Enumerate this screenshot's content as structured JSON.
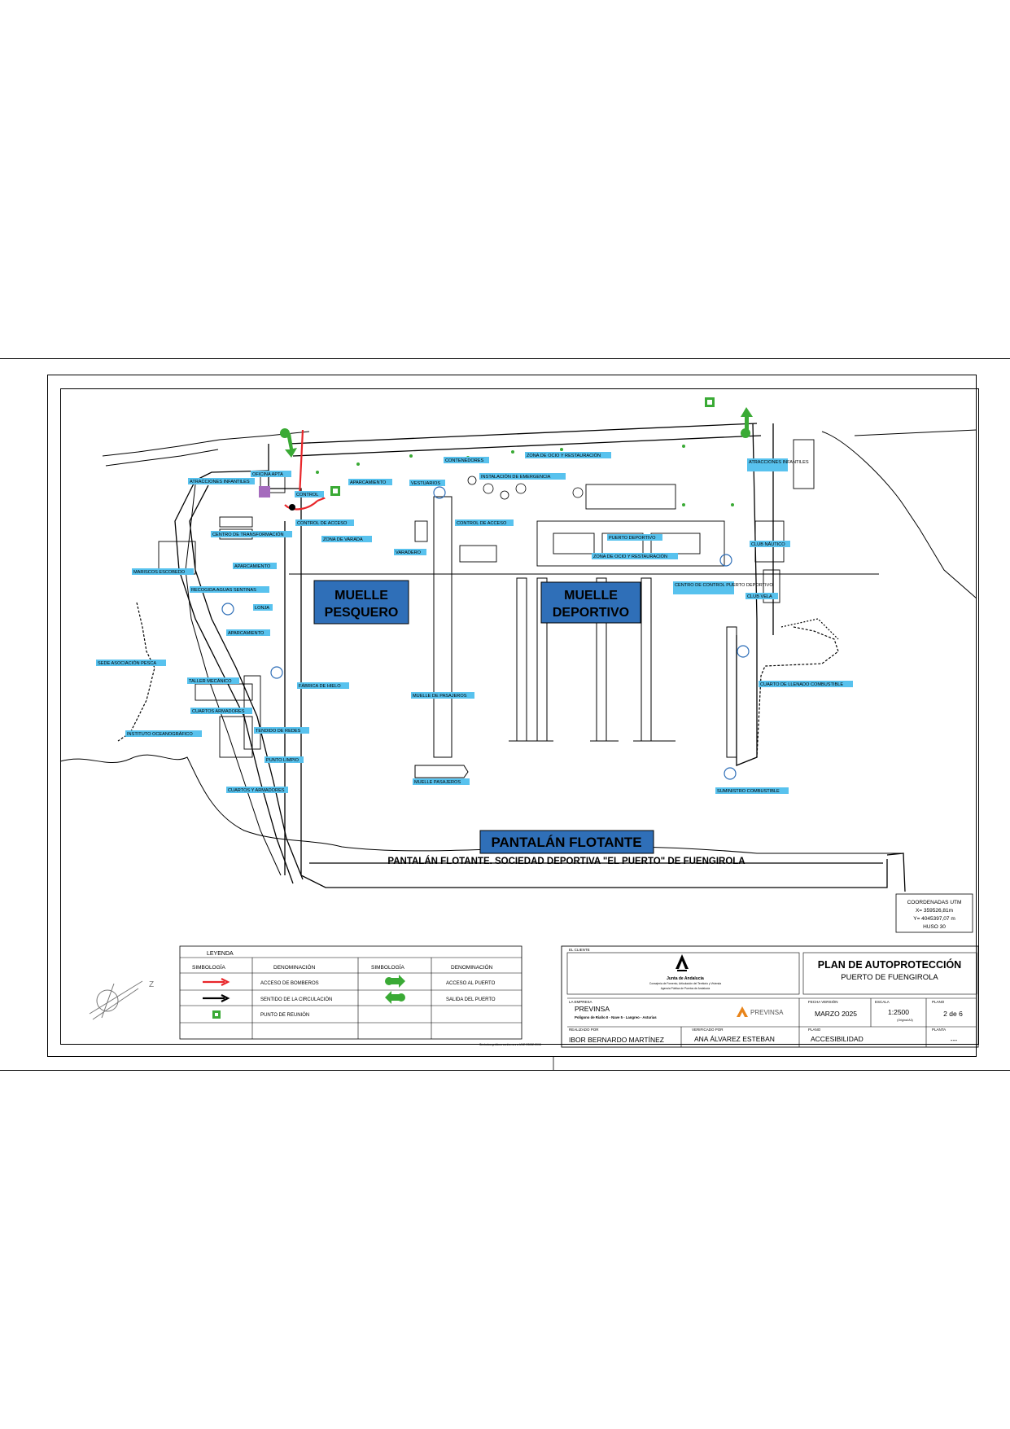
{
  "labels": {
    "atraques_infantiles_left": "ATRACCIONES INFANTILES",
    "oficina_apta": "OFICINA APTA",
    "control": "CONTROL",
    "centro_transformacion": "CENTRO DE TRANSFORMACIÓN",
    "control_acceso_left": "CONTROL DE ACCESO",
    "aparcamiento_top": "APARCAMIENTO",
    "zona_varada": "ZONA DE VARADA",
    "varadero": "VARADERO",
    "vestuarios": "VESTUARIOS",
    "contenedores": "CONTENEDORES",
    "instalacion_emergencia": "INSTALACIÓN DE EMERGENCIA",
    "zona_ocio_top": "ZONA DE OCIO Y RESTAURACIÓN",
    "control_acceso_center": "CONTROL DE ACCESO",
    "puerto_deportivo": "PUERTO DEPORTIVO",
    "zona_ocio_mid": "ZONA DE OCIO Y RESTAURACIÓN",
    "atracciones_infantiles_right": "ATRACCIONES INFANTILES",
    "club_nautico": "CLUB NÁUTICO",
    "centro_control_puerto": "CENTRO DE CONTROL PUERTO DEPORTIVO",
    "club_vela": "CLUB VELA",
    "aparcamiento_left": "APARCAMIENTO",
    "marisqueria": "MARISCOS ESCOBEDO",
    "recogida_aguas": "RECOGIDA AGUAS SENTINAS",
    "lonja": "LONJA",
    "aparcamiento_lower": "APARCAMIENTO",
    "sede_asociacion": "SEDE ASOCIACIÓN PESCA",
    "taller_mecanico": "TALLER MECÁNICO",
    "fabrica_hielo": "FÁBRICA DE HIELO",
    "muelle_pesquero_label": "MUELLE DE PASAJEROS",
    "cuartos_armadores": "CUARTOS ARMADORES",
    "instituto": "INSTITUTO OCEANOGRÁFICO",
    "tendido_redes": "TENDIDO DE REDES",
    "punto_limpio": "PUNTO LIMPIO",
    "cuartos_armadores_2": "CUARTOS Y ARMADORES",
    "muelle_pasajeros": "MUELLE PASAJEROS",
    "cuarto_llenado": "CUARTO DE LLENADO COMBUSTIBLE",
    "suministro_combustible": "SUMINISTRO COMBUSTIBLE"
  },
  "areas": {
    "muelle_pesquero_1": "MUELLE",
    "muelle_pesquero_2": "PESQUERO",
    "muelle_deportivo_1": "MUELLE",
    "muelle_deportivo_2": "DEPORTIVO",
    "pantalan_flotante": "PANTALÁN FLOTANTE",
    "pantalan_subtitle": "PANTALÁN FLOTANTE. SOCIEDAD DEPORTIVA \"EL PUERTO\" DE FUENGIROLA"
  },
  "coordinates": {
    "title": "COORDENADAS UTM",
    "x": "X= 359526,81m",
    "y": "Y= 4045397,07 m",
    "huso": "HUSO 30"
  },
  "legend": {
    "title": "LEYENDA",
    "col_symbol": "SIMBOLOGÍA",
    "col_name": "DENOMINACIÓN",
    "items_left": [
      "ACCESO DE BOMBEROS",
      "SENTIDO DE LA CIRCULACIÓN",
      "PUNTO DE REUNIÓN"
    ],
    "items_right": [
      "ACCESO AL PUERTO",
      "SALIDA DEL PUERTO"
    ]
  },
  "titleblock": {
    "cliente_label": "EL CLIENTE",
    "junta": "Junta de Andalucía",
    "consejeria": "Consejería de Fomento, Articulación del Territorio y Vivienda",
    "agencia": "Agencia Pública de Puertos de Andalucía",
    "plan_title": "PLAN DE AUTOPROTECCIÓN",
    "plan_sub": "PUERTO DE FUENGIROLA",
    "empresa_label": "LA EMPRESA",
    "empresa": "PREVINSA",
    "empresa_addr": "Polígono de Riaño II - Nave 5 - Langreo - Asturias",
    "previnsa_logo": "PREVINSA",
    "fecha_label": "FECHA VERSIÓN",
    "fecha": "MARZO 2025",
    "escala_label": "ESCALA",
    "escala": "1:2500",
    "escala_note": "(Original A3)",
    "plano_label": "PLANO",
    "plano": "2 de 6",
    "realizado_label": "REALIZADO POR",
    "realizado": "IBOR BERNARDO MARTÍNEZ",
    "verificado_label": "VERIFICADO POR",
    "verificado": "ANA ÁLVAREZ ESTEBAN",
    "plano_name_label": "PLANO",
    "plano_name": "ACCESIBILIDAD",
    "planta_label": "PLANTA",
    "planta": "---",
    "footnote": "Símbolos gráficos conformes a UNE 23032:2015"
  },
  "colors": {
    "label_bg": "#58c2ee",
    "area_bg": "#2f6fb8",
    "access_arrow": "#e8262a",
    "exit_arrow": "#3aaa35",
    "meeting_point": "#3aaa35"
  }
}
